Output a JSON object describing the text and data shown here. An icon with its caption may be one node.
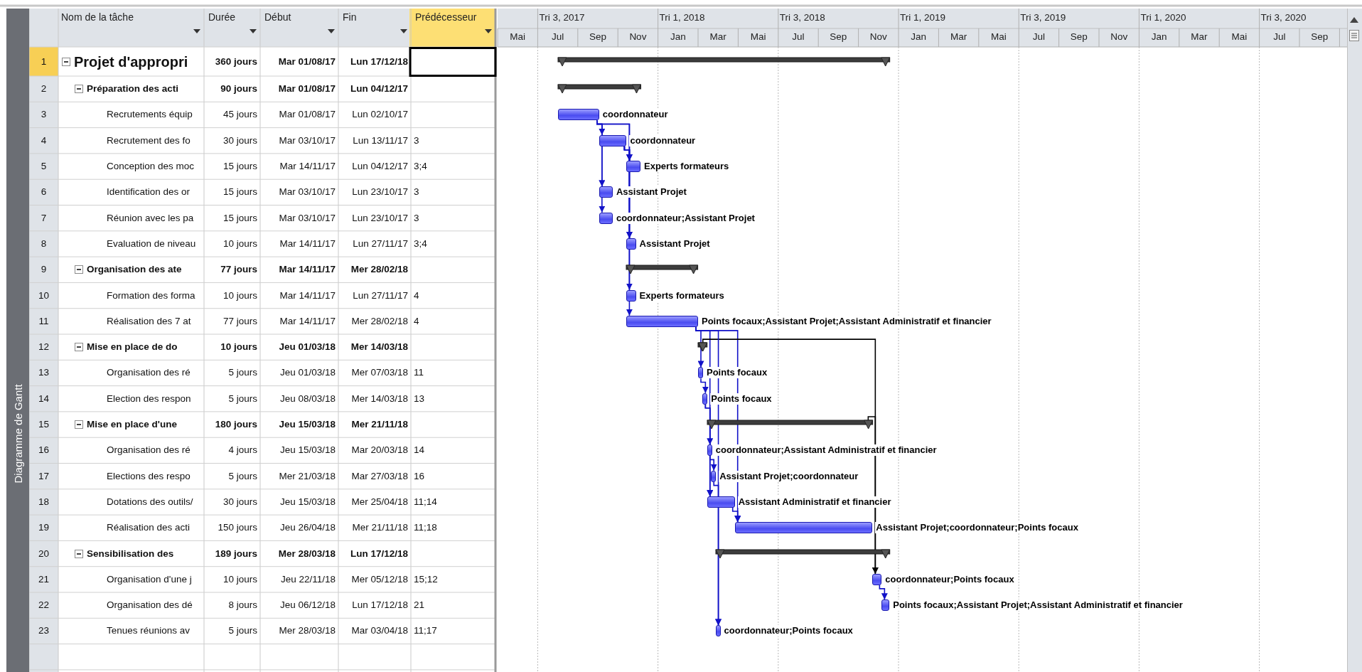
{
  "diagram": {
    "nodes": [
      {
        "text": [],
        "shape": "bar"
      },
      {
        "text": [],
        "shape": "bar"
      },
      {
        "text": [],
        "shape": "bar",
        "beside": [
          "coordonnateur"
        ]
      },
      {
        "text": [],
        "shape": "bar",
        "beside": [
          "coordonnateur"
        ]
      },
      {
        "text": [],
        "shape": "bar",
        "beside": [
          "Experts formateurs"
        ]
      },
      {
        "text": [],
        "shape": "bar",
        "beside": [
          "Assistant Projet"
        ]
      },
      {
        "text": [],
        "shape": "bar",
        "beside": [
          "coordonnateur;Assistant Projet"
        ]
      },
      {
        "text": [],
        "shape": "bar",
        "beside": [
          "Assistant Projet"
        ]
      },
      {
        "text": [],
        "shape": "bar"
      },
      {
        "text": [],
        "shape": "bar",
        "beside": [
          "Experts formateurs"
        ]
      },
      {
        "text": [],
        "shape": "bar",
        "beside": [
          "Points focaux;Assistant Projet;Assistant Administratif et financier"
        ]
      },
      {
        "text": [],
        "shape": "bar"
      },
      {
        "text": [],
        "shape": "bar",
        "beside": [
          "Points focaux"
        ]
      },
      {
        "text": [],
        "shape": "bar",
        "beside": [
          "Points focaux"
        ]
      },
      {
        "text": [],
        "shape": "bar"
      },
      {
        "text": [],
        "shape": "bar",
        "beside": [
          "coordonnateur;Assistant Administratif et financier"
        ]
      },
      {
        "text": [],
        "shape": "bar",
        "beside": [
          "Assistant Projet;coordonnateur"
        ]
      },
      {
        "text": [],
        "shape": "bar",
        "beside": [
          "Assistant Administratif et financier"
        ]
      },
      {
        "text": [],
        "shape": "bar",
        "beside": [
          "Assistant Projet;coordonnateur;Points focaux"
        ]
      },
      {
        "text": [],
        "shape": "bar"
      },
      {
        "text": [],
        "shape": "bar",
        "beside": [
          "coordonnateur;Points focaux"
        ]
      },
      {
        "text": [],
        "shape": "bar",
        "beside": [
          "Points focaux;Assistant Projet;Assistant Administratif et financier"
        ]
      },
      {
        "text": [],
        "shape": "bar",
        "beside": [
          "coordonnateur;Points focaux"
        ]
      }
    ],
    "edges": [
      {
        "from": 2,
        "to": 3,
        "arrow": "to"
      },
      {
        "from": 2,
        "to": 4,
        "arrow": "to"
      },
      {
        "from": 3,
        "to": 4,
        "arrow": "to"
      },
      {
        "from": 2,
        "to": 5,
        "arrow": "to"
      },
      {
        "from": 2,
        "to": 6,
        "arrow": "to"
      },
      {
        "from": 2,
        "to": 7,
        "arrow": "to"
      },
      {
        "from": 3,
        "to": 7,
        "arrow": "to"
      },
      {
        "from": 3,
        "to": 9,
        "arrow": "to"
      },
      {
        "from": 3,
        "to": 10,
        "arrow": "to"
      },
      {
        "from": 10,
        "to": 12,
        "arrow": "to"
      },
      {
        "from": 12,
        "to": 13,
        "arrow": "to"
      },
      {
        "from": 13,
        "to": 15,
        "arrow": "to"
      },
      {
        "from": 15,
        "to": 16,
        "arrow": "to"
      },
      {
        "from": 10,
        "to": 17,
        "arrow": "to"
      },
      {
        "from": 13,
        "to": 17,
        "arrow": "to"
      },
      {
        "from": 10,
        "to": 18,
        "arrow": "to"
      },
      {
        "from": 17,
        "to": 18,
        "arrow": "to"
      },
      {
        "from": 14,
        "to": 20,
        "arrow": "to",
        "color": "#000000"
      },
      {
        "from": 11,
        "to": 20,
        "arrow": "to",
        "color": "#000000"
      },
      {
        "from": 20,
        "to": 21,
        "arrow": "to"
      },
      {
        "from": 10,
        "to": 22,
        "arrow": "to"
      },
      {
        "from": 16,
        "to": 22,
        "arrow": "to"
      }
    ],
    "labels": [
      "Nom de la tâche",
      "Durée",
      "Début",
      "Fin",
      "Prédécesseur",
      "1",
      "Projet d'appropri",
      "360 jours",
      "Mar 01/08/17",
      "Lun 17/12/18",
      "2",
      "Préparation des acti",
      "90 jours",
      "Mar 01/08/17",
      "Lun 04/12/17",
      "3",
      "Recrutements équip",
      "45 jours",
      "Mar 01/08/17",
      "Lun 02/10/17",
      "4",
      "Recrutement des fo",
      "30 jours",
      "Mar 03/10/17",
      "Lun 13/11/17",
      "3",
      "5",
      "Conception des moc",
      "15 jours",
      "Mar 14/11/17",
      "Lun 04/12/17",
      "3;4",
      "6",
      "Identification des or",
      "15 jours",
      "Mar 03/10/17",
      "Lun 23/10/17",
      "3",
      "7",
      "Réunion avec les pa",
      "15 jours",
      "Mar 03/10/17",
      "Lun 23/10/17",
      "3",
      "8",
      "Evaluation de niveau",
      "10 jours",
      "Mar 14/11/17",
      "Lun 27/11/17",
      "3;4",
      "9",
      "Organisation des ate",
      "77 jours",
      "Mar 14/11/17",
      "Mer 28/02/18",
      "10",
      "Formation des forma",
      "10 jours",
      "Mar 14/11/17",
      "Lun 27/11/17",
      "4",
      "11",
      "Réalisation des 7 at",
      "77 jours",
      "Mar 14/11/17",
      "Mer 28/02/18",
      "4",
      "12",
      "Mise en place de do",
      "10 jours",
      "Jeu 01/03/18",
      "Mer 14/03/18",
      "13",
      "Organisation des ré",
      "5 jours",
      "Jeu 01/03/18",
      "Mer 07/03/18",
      "11",
      "14",
      "Election des respon",
      "5 jours",
      "Jeu 08/03/18",
      "Mer 14/03/18",
      "13",
      "15",
      "Mise en place d'une",
      "180 jours",
      "Jeu 15/03/18",
      "Mer 21/11/18",
      "16",
      "Organisation des ré",
      "4 jours",
      "Jeu 15/03/18",
      "Mar 20/03/18",
      "14",
      "17",
      "Elections des respo",
      "5 jours",
      "Mer 21/03/18",
      "Mar 27/03/18",
      "16",
      "18",
      "Dotations des outils/",
      "30 jours",
      "Jeu 15/03/18",
      "Mer 25/04/18",
      "11;14",
      "19",
      "Réalisation des acti",
      "150 jours",
      "Jeu 26/04/18",
      "Mer 21/11/18",
      "11;18",
      "20",
      "Sensibilisation des",
      "189 jours",
      "Mer 28/03/18",
      "Lun 17/12/18",
      "21",
      "Organisation d'une j",
      "10 jours",
      "Jeu 22/11/18",
      "Mer 05/12/18",
      "15;12",
      "22",
      "Organisation des dé",
      "8 jours",
      "Jeu 06/12/18",
      "Lun 17/12/18",
      "21",
      "23",
      "Tenues réunions av",
      "5 jours",
      "Mer 28/03/18",
      "Mar 03/04/18",
      "11;17",
      "Tri 3, 2017",
      "Tri 1, 2018",
      "Tri 3, 2018",
      "Tri 1, 2019",
      "Tri 3, 2019",
      "Tri 1, 2020",
      "Tri 3, 2020",
      "Mai",
      "Jul",
      "Sep",
      "Nov",
      "Jan",
      "Mar",
      "Mai",
      "Jul",
      "Sep",
      "Nov",
      "Jan",
      "Mar",
      "Mai",
      "Jul",
      "Sep",
      "Nov",
      "Jan",
      "Mar",
      "Mai",
      "Jul",
      "Sep",
      "Diagramme de Gantt"
    ]
  }
}
